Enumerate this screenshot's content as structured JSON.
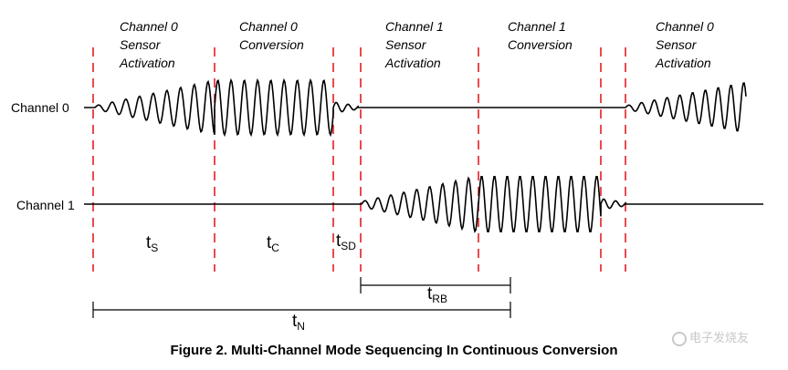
{
  "phases": [
    {
      "line1": "Channel 0",
      "line2": "Sensor",
      "line3": "Activation"
    },
    {
      "line1": "Channel 0",
      "line2": "Conversion",
      "line3": ""
    },
    {
      "line1": "Channel 1",
      "line2": "Sensor",
      "line3": "Activation"
    },
    {
      "line1": "Channel 1",
      "line2": "Conversion",
      "line3": ""
    },
    {
      "line1": "Channel 0",
      "line2": "Sensor",
      "line3": "Activation"
    }
  ],
  "channels": {
    "ch0": "Channel 0",
    "ch1": "Channel 1"
  },
  "timing": {
    "ts": {
      "base": "t",
      "sub": "S"
    },
    "tc": {
      "base": "t",
      "sub": "C"
    },
    "tsd": {
      "base": "t",
      "sub": "SD"
    },
    "trb": {
      "base": "t",
      "sub": "RB"
    },
    "tn": {
      "base": "t",
      "sub": "N"
    }
  },
  "caption": "Figure 2. Multi-Channel Mode Sequencing In Continuous Conversion",
  "watermark": "电子发烧友",
  "colors": {
    "divider": "#e31e24",
    "waveform": "#000000"
  }
}
